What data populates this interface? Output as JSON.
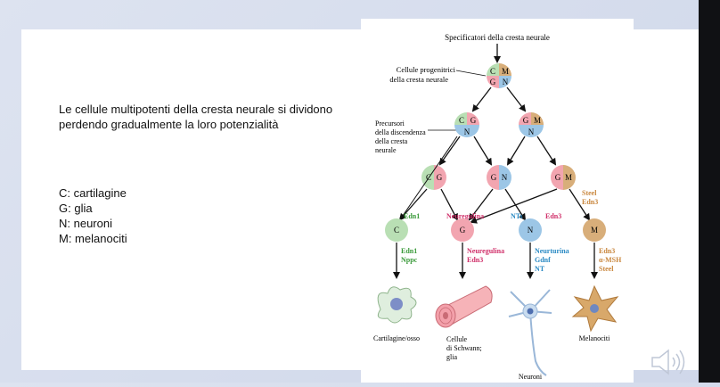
{
  "slide": {
    "intro_text": "Le cellule multipotenti della cresta neurale si dividono perdendo gradualmente la loro potenzialità",
    "legend": [
      "C: cartilagine",
      "G: glia",
      "N: neuroni",
      "M: melanociti"
    ]
  },
  "diagram": {
    "title": "Specificatori della cresta neurale",
    "progenitor_label": [
      "Cellule progenitrici",
      "della cresta neurale"
    ],
    "precursor_label": [
      "Precursori",
      "della discendenza",
      "della cresta",
      "neurale"
    ],
    "letters": {
      "c": "C",
      "g": "G",
      "n": "N",
      "m": "M"
    },
    "signals": {
      "edn1": "Edn1",
      "neuregulina": "Neuregulina",
      "nts": "NTs",
      "edn3": "Edn3",
      "steel_edn3": [
        "Steel",
        "Edn3"
      ],
      "edn1_nppc": [
        "Edn1",
        "Nppc"
      ],
      "neuregulina_edn3": [
        "Neuregulina",
        "Edn3"
      ],
      "neurturina": [
        "Neurturina",
        "Gdnf",
        "NT"
      ],
      "edn3_msh": [
        "Edn3",
        "α-MSH",
        "Steel"
      ]
    },
    "outcomes": {
      "cartilage": "Cartilagine/osso",
      "schwann": [
        "Cellule",
        "di Schwann;",
        "glia"
      ],
      "neurons": "Neuroni",
      "melanocytes": "Melanociti"
    },
    "colors": {
      "c": "#b9dfb4",
      "g": "#f2a5b0",
      "n": "#9cc6e6",
      "m": "#d8ae7a",
      "green_text": "#3a9a3a",
      "pink_text": "#d0306a",
      "blue_text": "#2a8ac4",
      "tan_text": "#c9873e"
    }
  }
}
